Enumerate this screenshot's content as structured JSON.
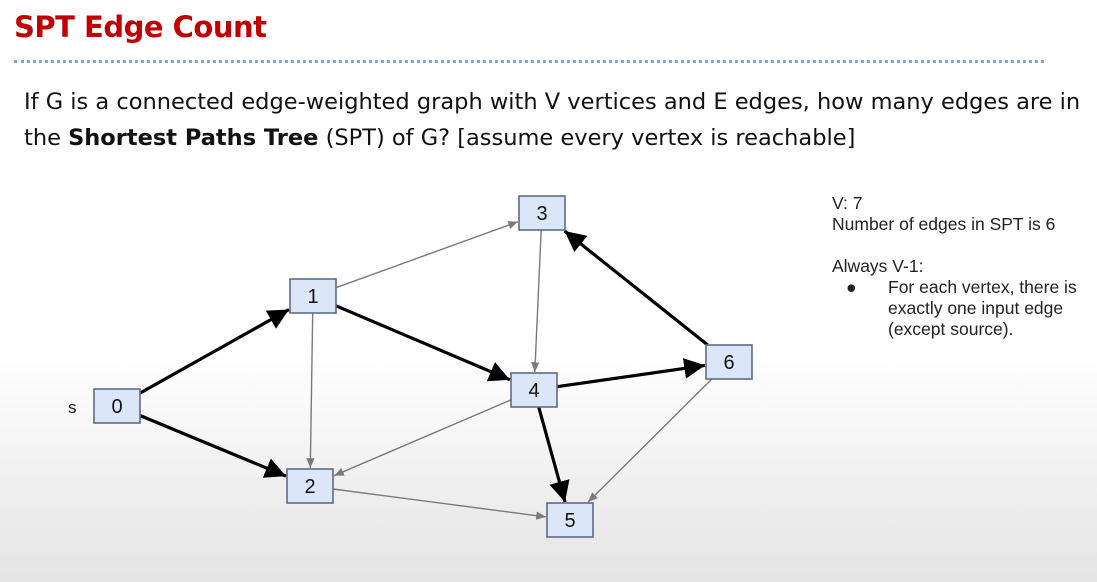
{
  "slide": {
    "title": "SPT Edge Count",
    "question_part1": "If G is a connected edge-weighted graph with V vertices and E edges, how many edges are in the ",
    "question_bold": "Shortest Paths Tree",
    "question_part2": " (SPT) of G? [assume every vertex is reachable]"
  },
  "graph": {
    "source_label": "s",
    "nodes": [
      {
        "id": "0",
        "label": "0"
      },
      {
        "id": "1",
        "label": "1"
      },
      {
        "id": "2",
        "label": "2"
      },
      {
        "id": "3",
        "label": "3"
      },
      {
        "id": "4",
        "label": "4"
      },
      {
        "id": "5",
        "label": "5"
      },
      {
        "id": "6",
        "label": "6"
      }
    ],
    "edges": [
      {
        "from": "0",
        "to": "1",
        "in_spt": true
      },
      {
        "from": "0",
        "to": "2",
        "in_spt": true
      },
      {
        "from": "1",
        "to": "3",
        "in_spt": false
      },
      {
        "from": "1",
        "to": "2",
        "in_spt": false
      },
      {
        "from": "1",
        "to": "4",
        "in_spt": true
      },
      {
        "from": "3",
        "to": "4",
        "in_spt": false
      },
      {
        "from": "4",
        "to": "2",
        "in_spt": false
      },
      {
        "from": "4",
        "to": "6",
        "in_spt": true
      },
      {
        "from": "4",
        "to": "5",
        "in_spt": true
      },
      {
        "from": "6",
        "to": "3",
        "in_spt": true
      },
      {
        "from": "6",
        "to": "5",
        "in_spt": false
      },
      {
        "from": "2",
        "to": "5",
        "in_spt": false
      }
    ],
    "colors": {
      "node_fill": "#dbe7f8",
      "node_border": "#5d6d86",
      "spt_edge": "#000000",
      "other_edge": "#7a7a7a"
    }
  },
  "notes": {
    "line1": "V: 7",
    "line2": "Number of edges in SPT is 6",
    "line3": "Always V-1:",
    "bullet": "For each vertex, there is exactly one input edge (except source)."
  },
  "colors": {
    "title": "#c00000",
    "rule": "#7fa7d6"
  }
}
